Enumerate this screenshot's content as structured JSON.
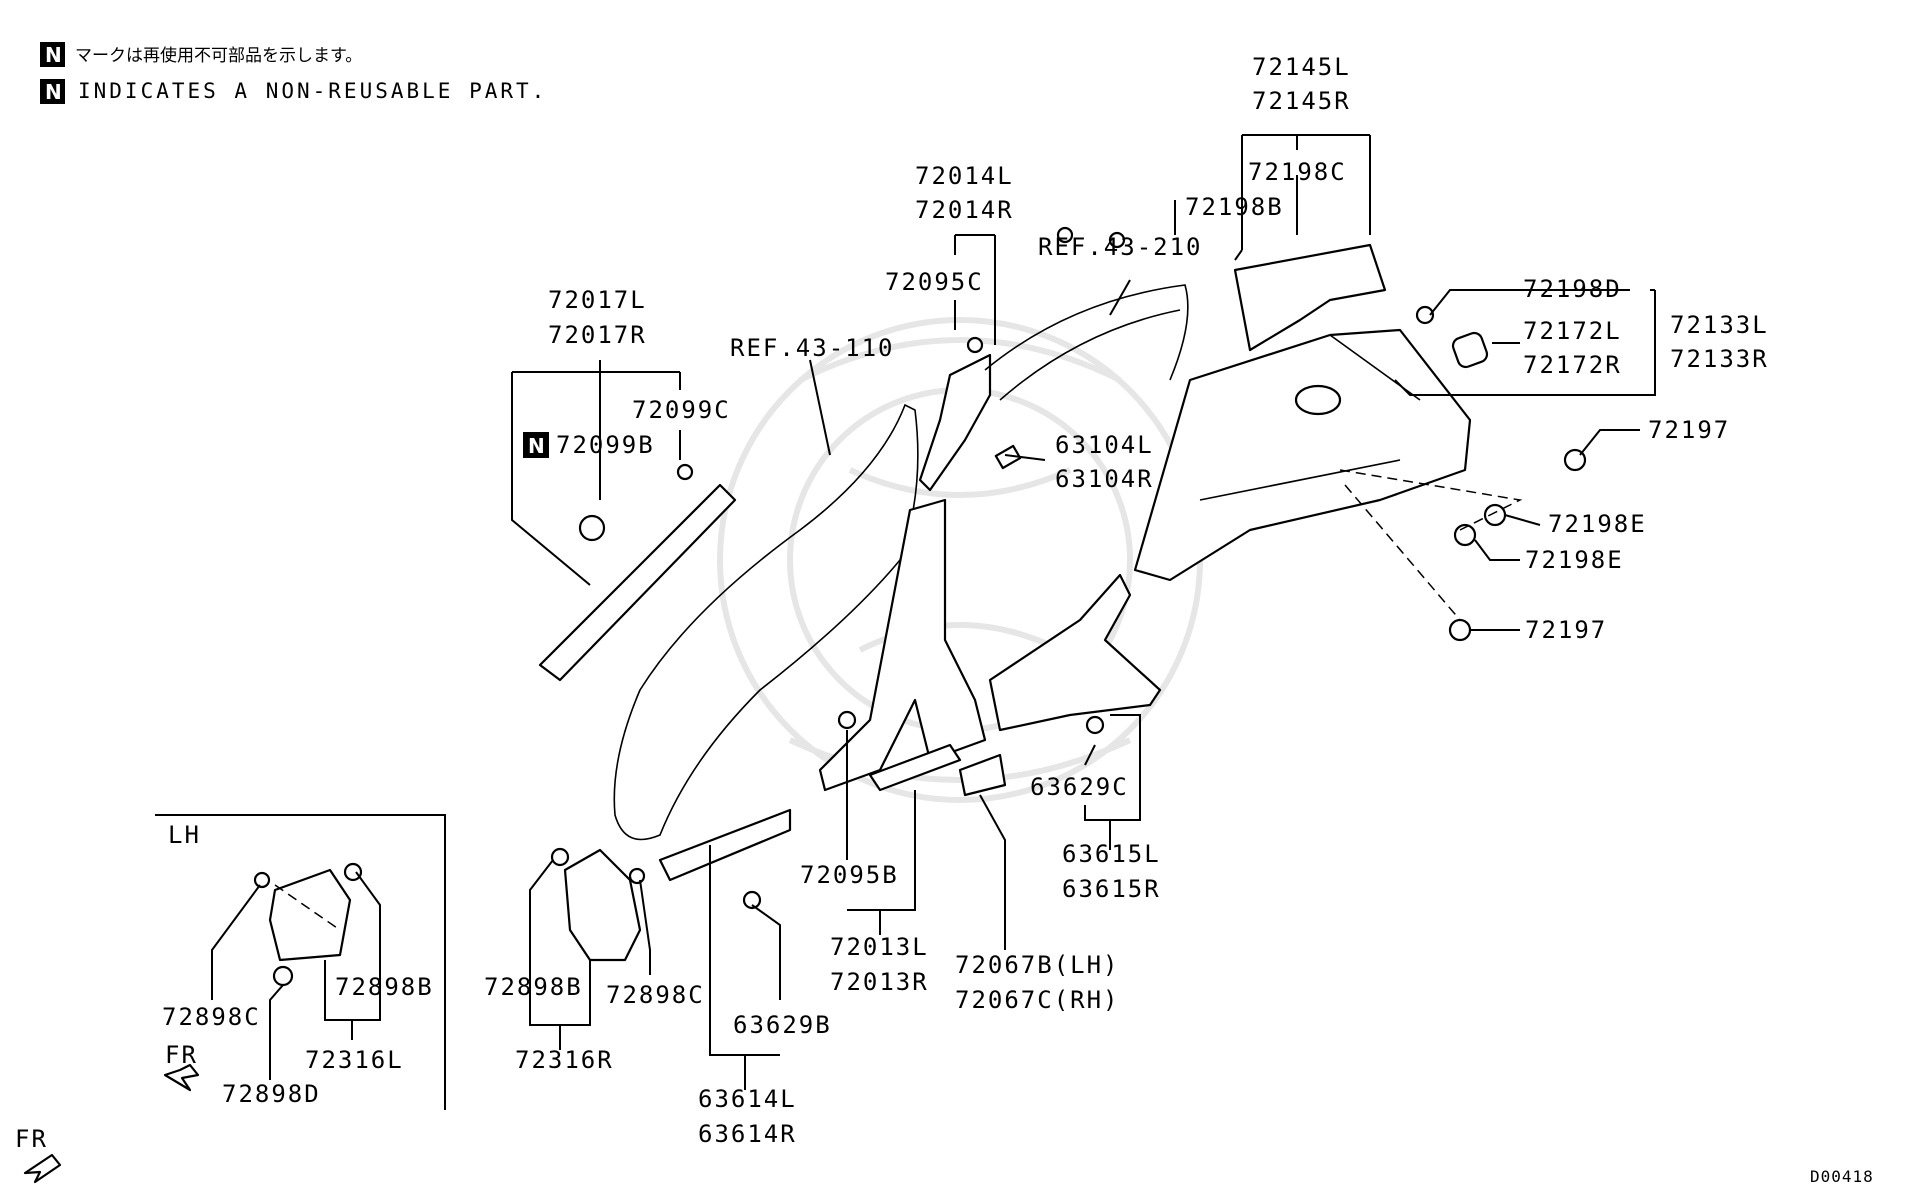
{
  "notes": {
    "badge": "N",
    "japanese": "マークは再使用不可部品を示します。",
    "english": "INDICATES A NON-REUSABLE PART."
  },
  "labels": {
    "p72145L": "72145L",
    "p72145R": "72145R",
    "p72198C": "72198C",
    "p72198B": "72198B",
    "ref43_210": "REF.43-210",
    "p72014L": "72014L",
    "p72014R": "72014R",
    "p72095C": "72095C",
    "p72198D": "72198D",
    "p72172L": "72172L",
    "p72172R": "72172R",
    "p72133L": "72133L",
    "p72133R": "72133R",
    "p72197a": "72197",
    "p72198Ea": "72198E",
    "p72198Eb": "72198E",
    "p72197b": "72197",
    "p72017L": "72017L",
    "p72017R": "72017R",
    "ref43_110": "REF.43-110",
    "p72099C": "72099C",
    "p72099B": "72099B",
    "p63104L": "63104L",
    "p63104R": "63104R",
    "p63629C": "63629C",
    "p63615L": "63615L",
    "p63615R": "63615R",
    "p72095B": "72095B",
    "p72013L": "72013L",
    "p72013R": "72013R",
    "p72067B": "72067B(LH)",
    "p72067C": "72067C(RH)",
    "p63629B": "63629B",
    "p63614L": "63614L",
    "p63614R": "63614R",
    "p72898B_a": "72898B",
    "p72898C_a": "72898C",
    "p72316R": "72316R",
    "lh": "LH",
    "p72898C_b": "72898C",
    "p72898B_b": "72898B",
    "p72316L": "72316L",
    "p72898D": "72898D",
    "fr_inset": "FR",
    "fr_main": "FR",
    "diagram_code": "D00418"
  },
  "colors": {
    "line": "#000000",
    "background": "#ffffff",
    "watermark": "#e6e6e6"
  }
}
